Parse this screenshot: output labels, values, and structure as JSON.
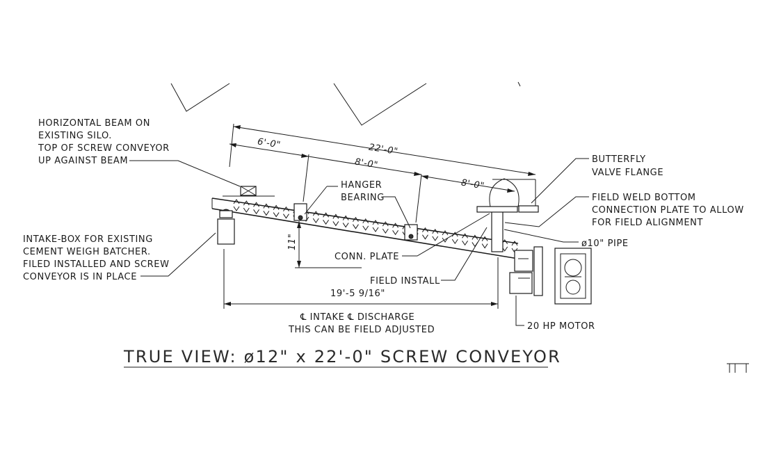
{
  "title": "TRUE VIEW: ø12\" x 22'-0\" SCREW CONVEYOR",
  "dimensions": {
    "overall": "22'-0\"",
    "six_ft": "6'-0\"",
    "eight_ft_a": "8'-0\"",
    "eight_ft_b": "8'-0\"",
    "rise": "11\"",
    "horizontal": "19'-5 9/16\""
  },
  "labels": {
    "beam": [
      "HORIZONTAL BEAM ON",
      "EXISTING SILO.",
      "TOP OF SCREW CONVEYOR",
      "UP AGAINST BEAM"
    ],
    "intake": [
      "INTAKE-BOX FOR EXISTING",
      "CEMENT WEIGH BATCHER.",
      "FILED INSTALLED AND SCREW",
      "CONVEYOR IS IN PLACE"
    ],
    "hanger": [
      "HANGER",
      "BEARING"
    ],
    "conn_plate": "CONN. PLATE",
    "field_install": "FIELD INSTALL",
    "butterfly": [
      "BUTTERFLY",
      "VALVE FLANGE"
    ],
    "field_weld": [
      "FIELD WELD BOTTOM",
      "CONNECTION PLATE TO ALLOW",
      "FOR FIELD ALIGNMENT"
    ],
    "pipe": "ø10\" PIPE",
    "motor": "20 HP MOTOR",
    "centerline": [
      "℄ INTAKE ℄ DISCHARGE",
      "THIS CAN BE FIELD ADJUSTED"
    ]
  }
}
